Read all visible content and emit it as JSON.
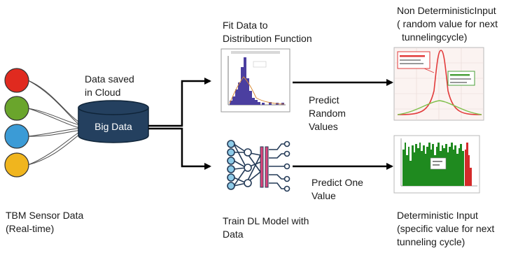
{
  "sensors": {
    "label_line1": "TBM Sensor Data",
    "label_line2": "(Real-time)",
    "colors": [
      "#e02a1f",
      "#6aa52c",
      "#3b9bd6",
      "#f0b51e"
    ]
  },
  "cloud": {
    "caption_line1": "Data saved",
    "caption_line2": "in Cloud",
    "db_label": "Big Data",
    "db_color": "#24405f"
  },
  "top_branch": {
    "step_line1": "Fit Data to",
    "step_line2": "Distribution Function",
    "edge_line1": "Predict",
    "edge_line2": "Random",
    "edge_line3": "Values",
    "output_line1": "Non DeterministicInput",
    "output_line2": "( random value for next",
    "output_line3": "tunnelingcycle)"
  },
  "bottom_branch": {
    "step_line1": "Train DL Model with",
    "step_line2": "Data",
    "edge_line1": "Predict One",
    "edge_line2": "Value",
    "output_line1": "Deterministic Input",
    "output_line2": "(specific value for next",
    "output_line3": "tunneling cycle)"
  }
}
